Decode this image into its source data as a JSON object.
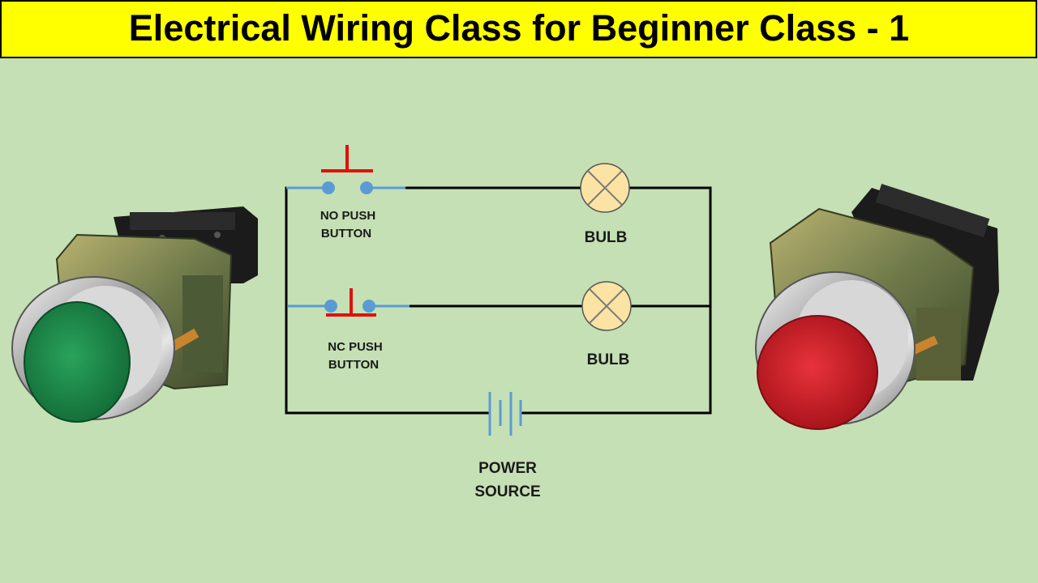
{
  "title": "Electrical Wiring Class for Beginner Class - 1",
  "colors": {
    "background": "#c5e0b4",
    "title_bar": "#ffff00",
    "wire": "#000000",
    "lead_wire": "#5b9bd5",
    "terminal": "#5b9bd5",
    "actuator": "#e01010",
    "bulb_fill": "#fbe3a3",
    "green_button": "#1e8a4c",
    "red_button": "#d3212b"
  },
  "labels": {
    "no_button_line1": "NO PUSH",
    "no_button_line2": "BUTTON",
    "nc_button_line1": "NC PUSH",
    "nc_button_line2": "BUTTON",
    "bulb_top": "BULB",
    "bulb_bottom": "BULB",
    "power_line1": "POWER",
    "power_line2": "SOURCE"
  },
  "images": {
    "left": {
      "name": "green-push-button-photo",
      "button_color": "green"
    },
    "right": {
      "name": "red-push-button-photo",
      "button_color": "red"
    }
  }
}
